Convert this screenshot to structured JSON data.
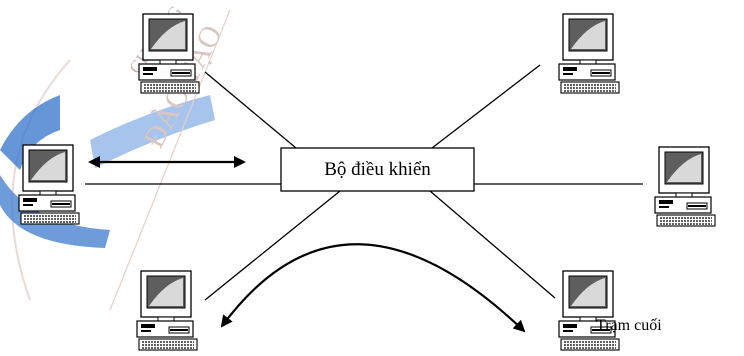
{
  "hub": {
    "label": "Bộ điều khiển"
  },
  "terminal_label": "Trạm cuối",
  "watermark": {
    "text_1": "CHƯƠNG",
    "text_2": "ĐÀO TẠO"
  },
  "colors": {
    "line": "#000000",
    "monitor_screen": "#5e5e5e",
    "watermark_blue": "#2a6cc8",
    "watermark_text": "#c9b0a8"
  }
}
